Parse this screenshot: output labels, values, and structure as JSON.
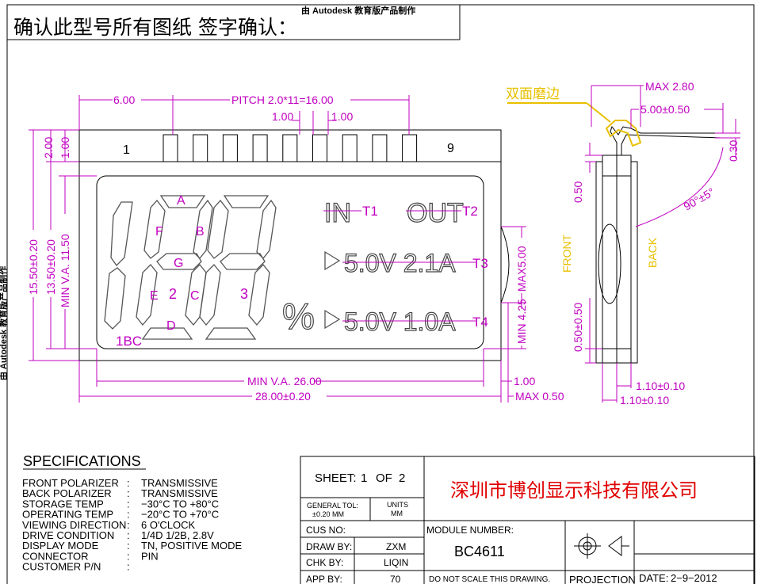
{
  "header": {
    "confirm_text": "确认此型号所有图纸 签字确认：",
    "watermark_top": "由 Autodesk 教育版产品制作",
    "watermark_left": "由 Autodesk 教育版产品制作"
  },
  "front_view": {
    "dim_pin_offset": "6.00",
    "dim_pitch": "PITCH 2.0*11=16.00",
    "dim_pin_width_left": "1.00",
    "dim_pin_width_right": "1.00",
    "dim_pin_zone": "2.00",
    "dim_pin_zone_b": "1.00",
    "dim_height_outer": "15.50±0.20",
    "dim_height_glass": "13.50±0.20",
    "dim_height_va": "MIN V.A. 11.50",
    "dim_width_va": "MIN V.A. 26.00",
    "dim_width_outer": "28.00±0.20",
    "dim_right_offset": "1.00",
    "dim_right_max": "MAX 0.50",
    "dim_connector_max": "MAX5.00",
    "dim_connector_min": "MIN 4.25",
    "pin_first": "1",
    "pin_last": "9",
    "pin_count": 9
  },
  "segments": {
    "digit_labels": [
      "A",
      "F",
      "B",
      "G",
      "E",
      "2",
      "C",
      "D",
      "3"
    ],
    "icon_1bc": "1BC",
    "percent": "%",
    "in_text": "IN",
    "in_label": "T1",
    "out_text": "OUT",
    "out_label": "T2",
    "row1_text": "5.0V 2.1A",
    "row1_label": "T3",
    "row2_text": "5.0V 1.0A",
    "row2_label": "T4"
  },
  "side_view": {
    "chinese_note": "双面磨边",
    "dim_max": "MAX 2.80",
    "dim_pin_len": "5.00±0.50",
    "dim_pin_thk": "0.30",
    "dim_angle": "90°±5°",
    "dim_top": "0.50",
    "dim_bottom": "0.50±0.50",
    "front_label": "FRONT",
    "back_label": "BACK",
    "dim_bottom_a": "1.10±0.10",
    "dim_bottom_b": "1.10±0.10"
  },
  "specs": {
    "heading": "SPECIFICATIONS",
    "rows": [
      {
        "key": "FRONT POLARIZER",
        "sep": ":",
        "value": "TRANSMISSIVE"
      },
      {
        "key": "BACK POLARIZER",
        "sep": ":",
        "value": "TRANSMISSIVE"
      },
      {
        "key": "STORAGE TEMP",
        "sep": ":",
        "value": "−30°C TO +80°C"
      },
      {
        "key": "OPERATING TEMP",
        "sep": ":",
        "value": "−20°C TO +70°C"
      },
      {
        "key": "VIEWING DIRECTION",
        "sep": ":",
        "value": "6 O'CLOCK"
      },
      {
        "key": "DRIVE CONDITION",
        "sep": ":",
        "value": "1/4D  1/2B, 2.8V"
      },
      {
        "key": "DISPLAY MODE",
        "sep": ":",
        "value": "TN, POSITIVE MODE"
      },
      {
        "key": "CONNECTOR",
        "sep": ":",
        "value": "PIN"
      },
      {
        "key": "CUSTOMER P/N",
        "sep": ":",
        "value": ""
      }
    ]
  },
  "title_block": {
    "sheet_label": "SHEET:",
    "sheet_num": "1",
    "sheet_of": "OF",
    "sheet_total": "2",
    "company": "深圳市博创显示科技有限公司",
    "general_tol_label": "GENERAL TOL:",
    "general_tol_value": "±0.20  MM",
    "units_label": "UNITS",
    "units_value": "MM",
    "cus_no_label": "CUS NO:",
    "module_number_label": "MODULE NUMBER:",
    "module_number": "BC4611",
    "draw_by_label": "DRAW BY:",
    "draw_by": "ZXM",
    "chk_by_label": "CHK BY:",
    "chk_by": "LIQIN",
    "app_by_label": "APP BY:",
    "app_by": "70",
    "no_scale": "DO NOT SCALE THIS DRAWING.",
    "projection": "PROJECTION",
    "date_label": "DATE:",
    "date": "2−9−2012"
  },
  "colors": {
    "line": "#000000",
    "dim": "#c000c0",
    "segment": "#555555",
    "note": "#e8c000",
    "company": "#e00000"
  }
}
